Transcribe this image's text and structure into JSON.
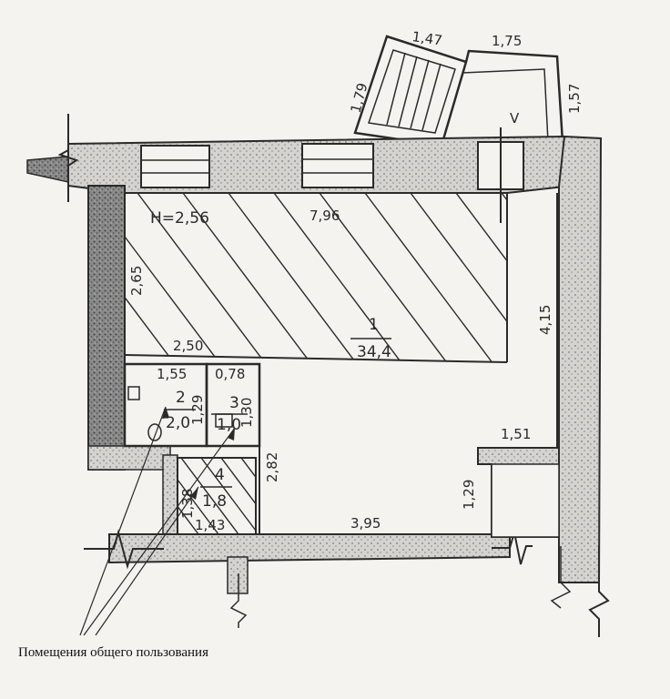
{
  "plan": {
    "ceiling_height": "H=2,56",
    "caption": "Помещения общего пользования",
    "rooms": {
      "r1": {
        "number": "1",
        "area": "34,4"
      },
      "r2": {
        "number": "2",
        "area": "2,0"
      },
      "r3": {
        "number": "3",
        "area": "1,0"
      },
      "r4": {
        "number": "4",
        "area": "1,8"
      }
    },
    "dimensions": {
      "stair_top": "1,47",
      "stair_side": "1,79",
      "landing_top": "1,75",
      "landing_side": "1,57",
      "room1_top": "7,96",
      "room1_left": "2,65",
      "room1_bottom": "2,50",
      "room_right": "4,15",
      "r2_width": "1,55",
      "r2_height": "1,29",
      "r3_width": "0,78",
      "r3_height": "1,30",
      "corridor_height": "2,82",
      "r4_width": "1,43",
      "r4_height": "1,38",
      "bottom": "3,95",
      "niche_width": "1,51",
      "niche_height": "1,29"
    },
    "markers": {
      "v_mark": "V"
    },
    "colors": {
      "ink": "#2a2a2a",
      "wall": "#6f6f6f",
      "paper": "#f4f3ef"
    }
  }
}
